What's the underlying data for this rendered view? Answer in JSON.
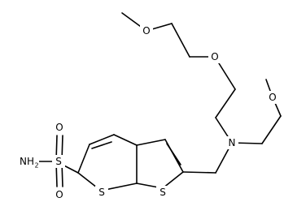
{
  "molecule": {
    "atoms": {
      "o_top": "O",
      "o_mid": "O",
      "o_right": "O",
      "n": "N",
      "s_sulfonyl": "S",
      "o_sulfonyl_upper": "O",
      "o_sulfonyl_lower": "O",
      "nh2": "NH",
      "nh2_sub": "2",
      "s_ring_left": "S",
      "s_ring_right": "S"
    }
  }
}
